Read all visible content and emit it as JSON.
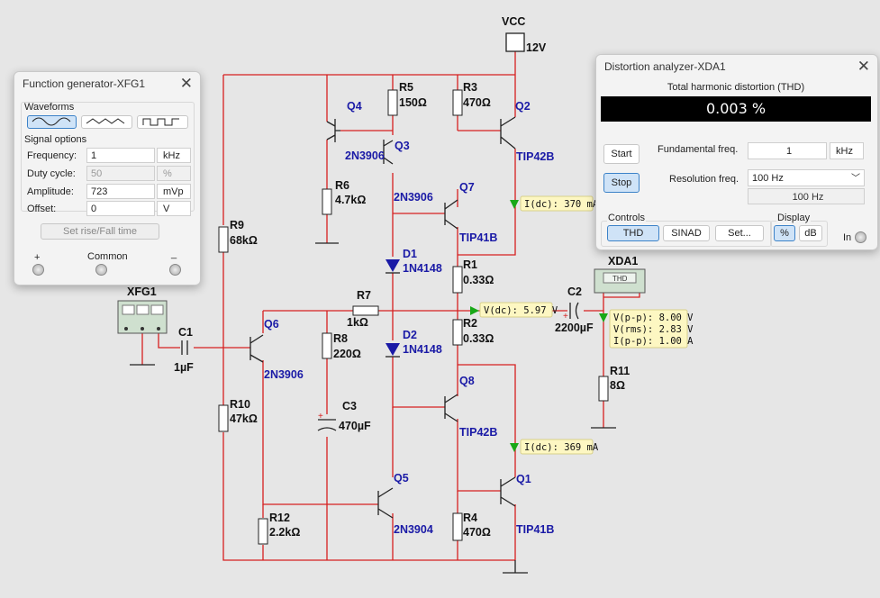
{
  "schematic": {
    "vcc_label": "VCC",
    "vcc_value": "12V",
    "instrument_xfg": "XFG1",
    "instrument_xda": "XDA1",
    "xda_screen": "THD",
    "components": {
      "Q1": {
        "name": "Q1",
        "part": "TIP41B"
      },
      "Q2": {
        "name": "Q2",
        "part": "TIP42B"
      },
      "Q3": {
        "name": "Q3",
        "part": "2N3906"
      },
      "Q4": {
        "name": "Q4",
        "part": "2N3906"
      },
      "Q5": {
        "name": "Q5",
        "part": "2N3904"
      },
      "Q6": {
        "name": "Q6",
        "part": "2N3906"
      },
      "Q7": {
        "name": "Q7",
        "part": "TIP41B"
      },
      "Q8": {
        "name": "Q8",
        "part": "TIP42B"
      },
      "R1": {
        "name": "R1",
        "value": "0.33Ω"
      },
      "R2": {
        "name": "R2",
        "value": "0.33Ω"
      },
      "R3": {
        "name": "R3",
        "value": "470Ω"
      },
      "R4": {
        "name": "R4",
        "value": "470Ω"
      },
      "R5": {
        "name": "R5",
        "value": "150Ω"
      },
      "R6": {
        "name": "R6",
        "value": "4.7kΩ"
      },
      "R7": {
        "name": "R7",
        "value": "1kΩ"
      },
      "R8": {
        "name": "R8",
        "value": "220Ω"
      },
      "R9": {
        "name": "R9",
        "value": "68kΩ"
      },
      "R10": {
        "name": "R10",
        "value": "47kΩ"
      },
      "R11": {
        "name": "R11",
        "value": "8Ω"
      },
      "R12": {
        "name": "R12",
        "value": "2.2kΩ"
      },
      "C1": {
        "name": "C1",
        "value": "1µF"
      },
      "C2": {
        "name": "C2",
        "value": "2200µF"
      },
      "C3": {
        "name": "C3",
        "value": "470µF"
      },
      "D1": {
        "name": "D1",
        "part": "1N4148"
      },
      "D2": {
        "name": "D2",
        "part": "1N4148"
      }
    },
    "probes": {
      "i_top": "I(dc): 370 mA",
      "v_mid": "V(dc): 5.97 V",
      "out_1": "V(p-p): 8.00 V",
      "out_2": "V(rms): 2.83 V",
      "out_3": "I(p-p): 1.00 A",
      "i_bot": "I(dc): 369 mA"
    }
  },
  "function_generator": {
    "title": "Function generator-XFG1",
    "waveforms_label": "Waveforms",
    "waveforms": [
      "sine-wave-icon",
      "triangle-wave-icon",
      "square-wave-icon"
    ],
    "selected_waveform": "sine",
    "signal_options_label": "Signal options",
    "rows": [
      {
        "label": "Frequency:",
        "value": "1",
        "unit": "kHz",
        "disabled": false
      },
      {
        "label": "Duty cycle:",
        "value": "50",
        "unit": "%",
        "disabled": true
      },
      {
        "label": "Amplitude:",
        "value": "723",
        "unit": "mVp",
        "disabled": false
      },
      {
        "label": "Offset:",
        "value": "0",
        "unit": "V",
        "disabled": false
      }
    ],
    "rise_fall_button": "Set rise/Fall time",
    "term_plus": "+",
    "term_common": "Common",
    "term_minus": "_"
  },
  "distortion_analyzer": {
    "title": "Distortion analyzer-XDA1",
    "thd_heading": "Total harmonic distortion (THD)",
    "reading": "0.003 %",
    "start_label": "Start",
    "stop_label": "Stop",
    "fund_label": "Fundamental freq.",
    "fund_value": "1",
    "fund_unit": "kHz",
    "res_label": "Resolution freq.",
    "res_select": "100 Hz",
    "res_readout": "100 Hz",
    "controls_label": "Controls",
    "thd_btn": "THD",
    "sinad_btn": "SINAD",
    "set_btn": "Set...",
    "display_label": "Display",
    "pct_btn": "%",
    "db_btn": "dB",
    "in_label": "In"
  },
  "colors": {
    "wire": "#d62020",
    "part_label": "#1a1aa6",
    "probe_bg": "#fdf7c2",
    "lcd": "#000000"
  }
}
